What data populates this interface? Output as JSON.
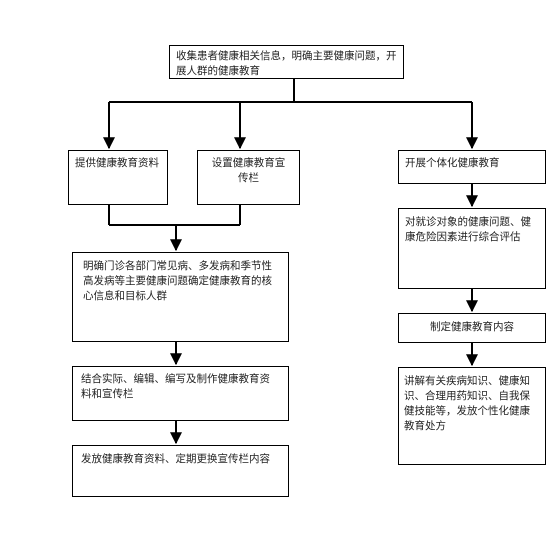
{
  "nodes": {
    "collect": "收集患者健康相关信息，明确主要健康问题，开展人群的健康教育",
    "materials": "提供健康教育资料",
    "board": "设置健康教育宣传栏",
    "personal": "开展个体化健康教育",
    "core_info": "明确门诊各部门常见病、多发病和季节性高发病等主要健康问题确定健康教育的核心信息和目标人群",
    "evaluate": "对就诊对象的健康问题、健康危险因素进行综合评估",
    "content": "制定健康教育内容",
    "produce": "结合实际、编辑、编写及制作健康教育资料和宣传栏",
    "explain": "讲解有关疾病知识、健康知识、合理用药知识、自我保健技能等，发放个性化健康教育处方",
    "distribute": "发放健康教育资料、定期更换宣传栏内容"
  }
}
